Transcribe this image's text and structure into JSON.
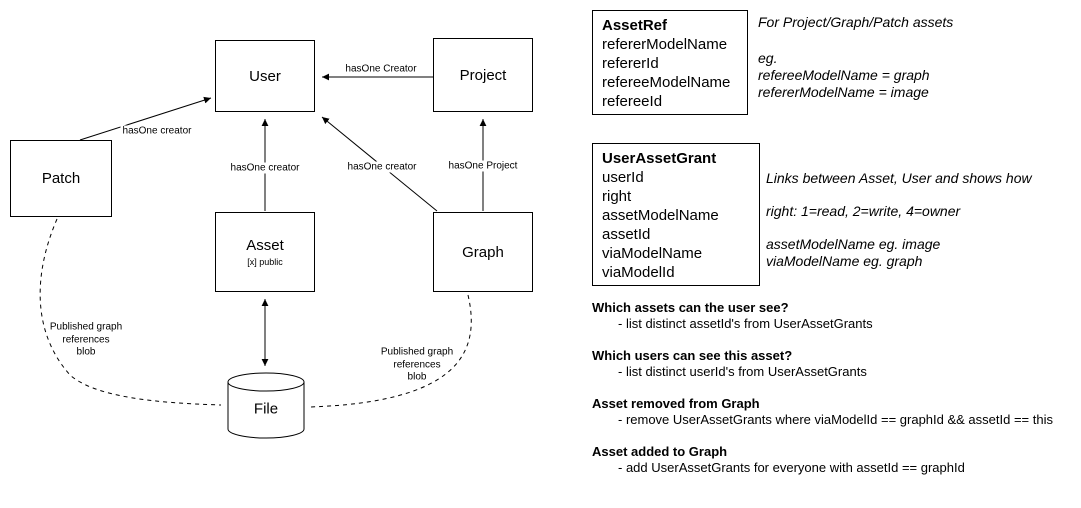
{
  "diagram": {
    "nodes": {
      "user": "User",
      "project": "Project",
      "patch": "Patch",
      "asset": "Asset",
      "asset_sub": "[x] public",
      "graph": "Graph",
      "file": "File"
    },
    "edges": {
      "project_user": "hasOne Creator",
      "patch_user": "hasOne creator",
      "asset_user": "hasOne creator",
      "graph_user": "hasOne creator",
      "graph_project": "hasOne Project",
      "patch_file": "Published graph\nreferences\nblob",
      "graph_file": "Published graph\nreferences\nblob"
    }
  },
  "schemas": {
    "asset_ref": {
      "title": "AssetRef",
      "fields": [
        "refererModelName",
        "refererId",
        "refereeModelName",
        "refereeId"
      ],
      "note_heading": "For Project/Graph/Patch assets",
      "note_eg": "eg.",
      "note_example1": "refereeModelName = graph",
      "note_example2": "refererModelName = image"
    },
    "user_asset_grant": {
      "title": "UserAssetGrant",
      "fields": [
        "userId",
        "right",
        "assetModelName",
        "assetId",
        "viaModelName",
        "viaModelId"
      ],
      "note_heading": "Links between Asset, User and shows how",
      "note_right": "right: 1=read, 2=write, 4=owner",
      "note_example1": "assetModelName eg. image",
      "note_example2": "viaModelName eg. graph"
    }
  },
  "qa": [
    {
      "q": "Which assets can the user see?",
      "a": "- list distinct assetId's from UserAssetGrants"
    },
    {
      "q": "Which users can see this asset?",
      "a": "- list distinct userId's from UserAssetGrants"
    },
    {
      "q": "Asset removed from Graph",
      "a": "- remove UserAssetGrants where viaModelId == graphId && assetId == this"
    },
    {
      "q": "Asset added to Graph",
      "a": "- add UserAssetGrants for everyone with assetId == graphId"
    }
  ]
}
